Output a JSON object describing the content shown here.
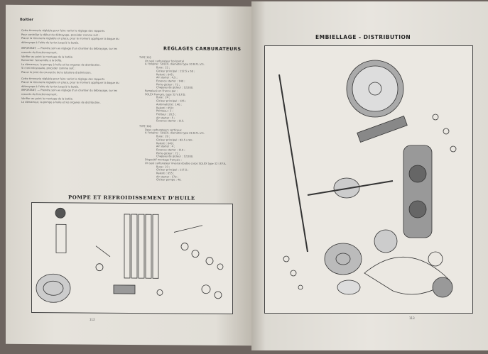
{
  "left_page": {
    "running_head": "Boîtier",
    "body_paragraphs": [
      "Cette timonerie réglable pour faire varier le réglage des rapports.",
      "Pour contrôler le début du débrayage, procéder comme suit :",
      "Placer la timonerie réglable en place, pour le moment appliquer la bague du débrayage à l'aide du levier jusqu'à la butée.",
      "IMPORTANT. — Prendre soin au réglage d'un chantier du débrayage, sur les ressorts du fonctionnement.",
      "Vérifier au point le montage de la butée.",
      "Remonter l'ensemble à la boîte.",
      "Le démarreur, la pompe à huile et les organes de distribution.",
      "Si c'est nécessaire, procéder comme suit :",
      "Placer le joint du couvercle de la tubulure d'admission."
    ],
    "section_heading": "REGLAGES CARBURATEURS",
    "carb_settings": [
      "TYPE 305",
      "Un seul carburateur horizontal",
      "A l'origine : SOLEX, diamètre type 30 B.F.L.V.S.",
      "Buse : 22 ;",
      "Gicleur principal : 112,5 x 50 ;",
      "Ralenti : 045 ;",
      "Air starter : 4,5 ;",
      "Essence starter : 140 ;",
      "Porte-gicleur : 72 ;",
      "Chapeau de gicleur : 12/200.",
      "Remplacé en France par :",
      "SOLEX français, type 32 V.E.F.D.",
      "Buse : 24 ;",
      "Gicleur principal : 125 ;",
      "Automaticité : 140 ;",
      "Ralenti : 050 ;",
      "Pointeau : 2 ;",
      "Flotteur : 20,5 ;",
      "Air starter : 5 ;",
      "Essence starter : 115.",
      "TYPE 306",
      "Deux carburateurs verticaux",
      "A l'origine : SOLEX, diamètre type 26 B.F.L.V.S.",
      "Buse : 20 ;",
      "Gicleur principal : 82,5 x 50 ;",
      "Ralenti : 040 ;",
      "Air starter : 4 ;",
      "Essence starter : 110 ;",
      "Porte-gicleur : 72 ;",
      "Chapeau de gicleur : 12/200.",
      "Dispositif montage français :",
      "Un seul carburateur inversé double corps SOLEX type 32 I.F.F.A.",
      "Buse : 23 ;",
      "Gicleur principal : 117,5 ;",
      "Ralenti : 055 ;",
      "Air starter : 170 ;",
      "Gicleur pompe : 40."
    ],
    "figure_title": "POMPE ET REFROIDISSEMENT D'HUILE",
    "page_number": "112"
  },
  "right_page": {
    "figure_title": "EMBIELLAGE - DISTRIBUTION",
    "page_number": "113"
  }
}
